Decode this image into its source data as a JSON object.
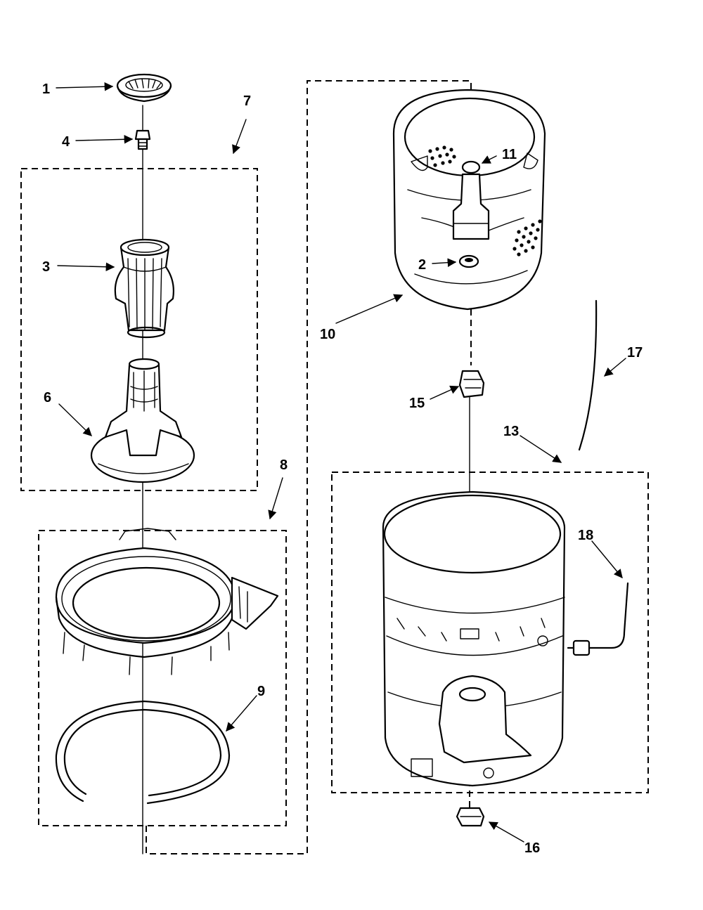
{
  "callouts": {
    "c1": "1",
    "c2": "2",
    "c3": "3",
    "c4": "4",
    "c6": "6",
    "c7": "7",
    "c8": "8",
    "c9": "9",
    "c10": "10",
    "c11": "11",
    "c13": "13",
    "c15": "15",
    "c16": "16",
    "c17": "17",
    "c18": "18"
  }
}
